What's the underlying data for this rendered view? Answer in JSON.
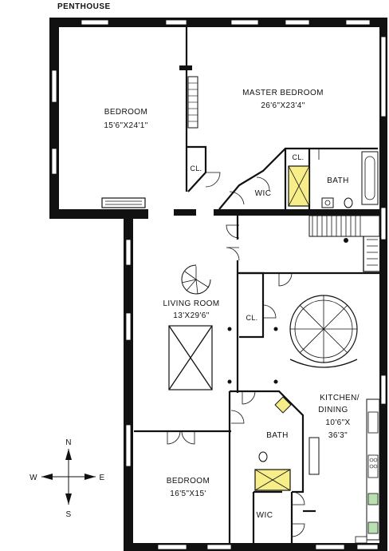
{
  "title": "PENTHOUSE",
  "rooms": [
    {
      "id": "bedroom-1",
      "name": "BEDROOM",
      "dims": "15'6\"X24'1\""
    },
    {
      "id": "master-bedroom",
      "name": "MASTER BEDROOM",
      "dims": "26'6\"X23'4\""
    },
    {
      "id": "living-room",
      "name": "LIVING ROOM",
      "dims": "13'X29'6\""
    },
    {
      "id": "kitchen-dining",
      "name_line1": "KITCHEN/",
      "name_line2": "DINING",
      "dims_line1": "10'6\"X",
      "dims_line2": "36'3\""
    },
    {
      "id": "bedroom-2",
      "name": "BEDROOM",
      "dims": "16'5\"X15'"
    }
  ],
  "small_labels": {
    "closet_1": "CL.",
    "closet_2": "CL.",
    "closet_3": "CL.",
    "wic_1": "WIC",
    "wic_2": "WIC",
    "bath_1": "BATH",
    "bath_2": "BATH"
  },
  "compass": {
    "north": "N",
    "south": "S",
    "east": "E",
    "west": "W"
  },
  "colors": {
    "wall": "#111111",
    "fixture_fill": "#f7ee8a",
    "kitchen_green": "#b9e0b0"
  }
}
